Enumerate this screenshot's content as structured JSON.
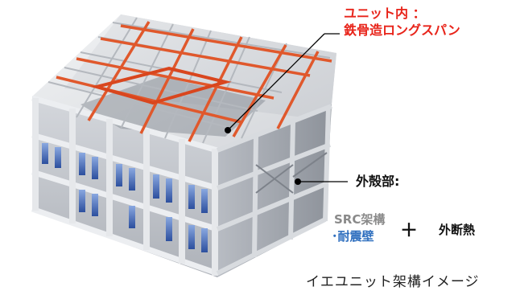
{
  "labels": {
    "unit_line1": "ユニット内 ：",
    "unit_line2": "鉄骨造ロングスパン",
    "shell": "外殻部:",
    "src_frame": "SRC架構",
    "seismic_wall": "･耐震壁",
    "plus": "＋",
    "insulation": "外断熱",
    "caption": "イエユニット架構イメージ"
  },
  "colors": {
    "steel_accent": "#e8241a",
    "seismic_blue": "#2f6fbf",
    "concrete_gray": "#c9ccd2",
    "glass_blue": "#3f66b8"
  }
}
